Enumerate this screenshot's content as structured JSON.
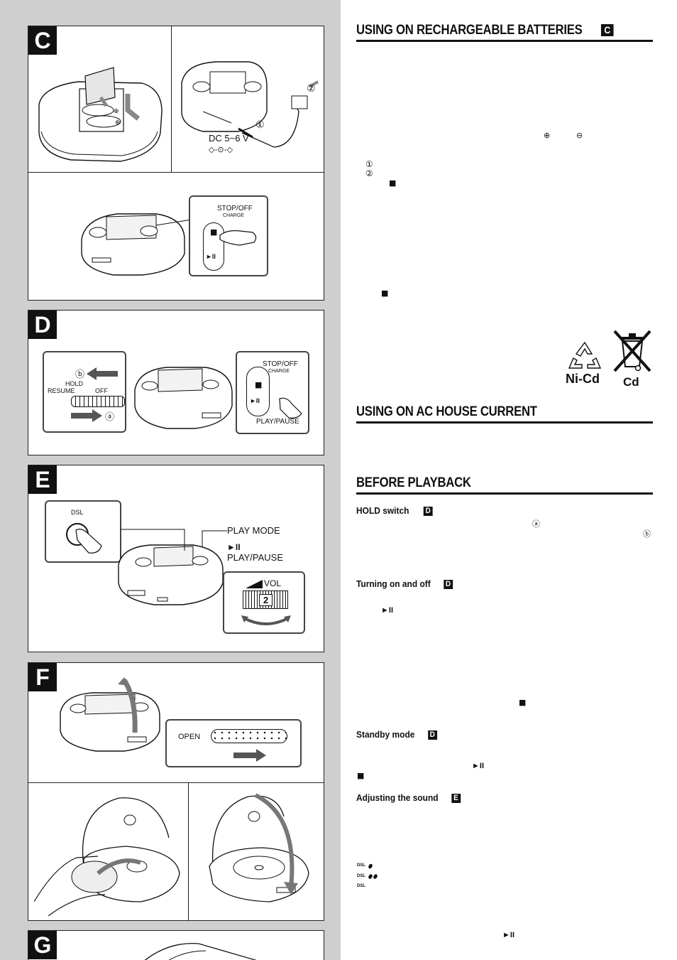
{
  "panels": {
    "c": {
      "badge": "C",
      "adapter_voltage": "DC 5~6 V",
      "adapter_polarity": "◇-⊙-◇",
      "step_1": "①",
      "step_2": "②",
      "stop_off": "STOP/OFF",
      "charge": "CHARGE",
      "stop_symbol": "■",
      "play_symbol": "►II"
    },
    "d": {
      "badge": "D",
      "hold": "HOLD",
      "resume": "RESUME",
      "off": "OFF",
      "b_marker": "ⓑ",
      "a_marker": "ⓐ",
      "stop_off": "STOP/OFF",
      "charge": "CHARGE",
      "stop_symbol": "■",
      "play_symbol": "►II",
      "play_pause": "PLAY/PAUSE"
    },
    "e": {
      "badge": "E",
      "dsl": "DSL",
      "play_mode": "PLAY MODE",
      "play_symbol": "►II",
      "play_pause": "PLAY/PAUSE",
      "vol": "VOL",
      "vol_value": "2"
    },
    "f": {
      "badge": "F",
      "open": "OPEN"
    },
    "g": {
      "badge": "G"
    }
  },
  "recycle": {
    "nicd": "Ni-Cd",
    "cd": "Cd"
  },
  "sections": {
    "rechargeable": {
      "title": "USING ON RECHARGEABLE BATTERIES",
      "badge": "C"
    },
    "ac": {
      "title": "USING ON AC HOUSE CURRENT"
    },
    "before": {
      "title": "BEFORE PLAYBACK"
    }
  },
  "subheads": {
    "hold": {
      "text": "HOLD switch",
      "badge": "D"
    },
    "turning": {
      "text": "Turning on and off",
      "badge": "D"
    },
    "standby": {
      "text": "Standby mode",
      "badge": "D"
    },
    "adjusting": {
      "text": "Adjusting the sound",
      "badge": "E"
    }
  },
  "symbols": {
    "plus": "⊕",
    "minus": "⊖",
    "step_1": "①",
    "step_2": "②",
    "stop": "■",
    "play": "►II",
    "a": "ⓐ",
    "b": "ⓑ",
    "dsl_1": "DSL",
    "dsl_2": "DSL",
    "dsl_3": "DSL"
  }
}
